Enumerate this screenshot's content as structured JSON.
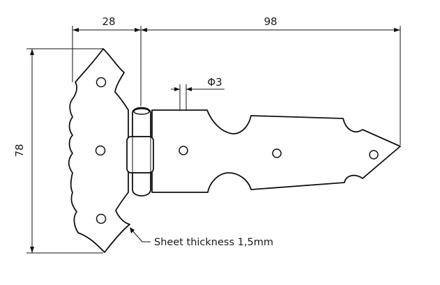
{
  "dimensions": {
    "left_leaf_width": "28",
    "right_leaf_length": "98",
    "height": "78",
    "hole_diameter": "Φ3"
  },
  "note": {
    "sheet_thickness": "Sheet thickness 1,5mm"
  },
  "colors": {
    "line": "#111111",
    "background": "#ffffff"
  }
}
